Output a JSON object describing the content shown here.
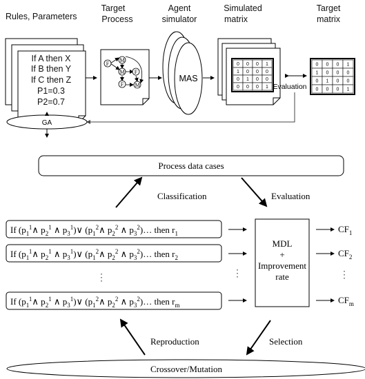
{
  "top": {
    "headers": {
      "rules": "Rules, Parameters",
      "target_process_1": "Target",
      "target_process_2": "Process",
      "agent_sim_1": "Agent",
      "agent_sim_2": "simulator",
      "sim_matrix_1": "Simulated",
      "sim_matrix_2": "matrix",
      "target_matrix_1": "Target",
      "target_matrix_2": "matrix"
    },
    "rule_lines": [
      "If A then X",
      "If B then Y",
      "If C then Z",
      "P1=0.3",
      "P2=0.7"
    ],
    "process_nodes": {
      "f": "F",
      "m": "M"
    },
    "mas_label": "MAS",
    "evaluation_label": "Evaluation",
    "ga_label": "GA",
    "matrix": [
      [
        "0",
        "0",
        "0",
        "1"
      ],
      [
        "1",
        "0",
        "0",
        "0"
      ],
      [
        "0",
        "1",
        "0",
        "0"
      ],
      [
        "0",
        "0",
        "0",
        "1"
      ]
    ]
  },
  "bottom": {
    "process_data_cases": "Process data cases",
    "classification": "Classification",
    "evaluation": "Evaluation",
    "reproduction": "Reproduction",
    "selection": "Selection",
    "crossover_mutation": "Crossover/Mutation",
    "rule_prefix": "If (p",
    "rule_then": ") … then r",
    "rule_subscripts": [
      "1",
      "2",
      "m"
    ],
    "mdl_lines": [
      "MDL",
      "+",
      "Improvement",
      "rate"
    ],
    "cf_label": "CF",
    "cf_subscripts": [
      "1",
      "2",
      "m"
    ],
    "dots": "⋮"
  }
}
